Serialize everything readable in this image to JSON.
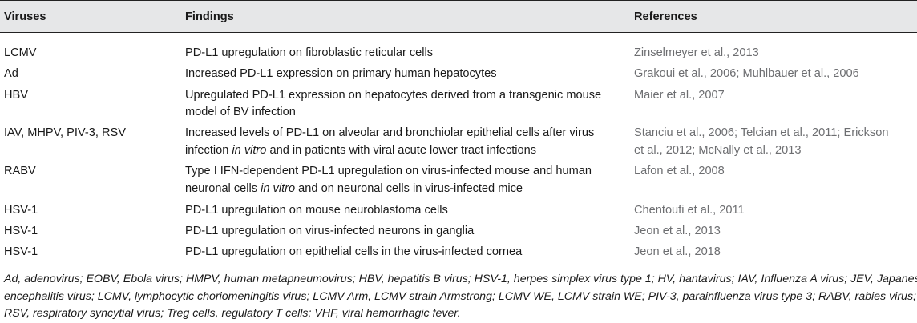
{
  "header": {
    "col1": "Viruses",
    "col2": "Findings",
    "col3": "References"
  },
  "rows": [
    {
      "virus": "LCMV",
      "finding": [
        "PD-L1 upregulation on fibroblastic reticular cells"
      ],
      "refs": [
        "Zinselmeyer et al., 2013"
      ]
    },
    {
      "virus": "Ad",
      "finding": [
        "Increased PD-L1 expression on primary human hepatocytes"
      ],
      "refs": [
        "Grakoui et al., 2006; Muhlbauer et al., 2006"
      ]
    },
    {
      "virus": "HBV",
      "finding": [
        "Upregulated PD-L1 expression on hepatocytes derived from a transgenic mouse",
        "model of BV infection"
      ],
      "refs": [
        "Maier et al., 2007"
      ]
    },
    {
      "virus": "IAV, MHPV, PIV-3, RSV",
      "finding": [
        "Increased levels of PD-L1 on alveolar and bronchiolar epithelial cells after virus",
        "infection",
        "in vitro",
        "and in patients with viral acute lower tract infections"
      ],
      "refs": [
        "Stanciu et al., 2006; Telcian et al., 2011; Erickson",
        "et al., 2012; McNally et al., 2013"
      ]
    },
    {
      "virus": "RABV",
      "finding": [
        "Type I IFN-dependent PD-L1 upregulation on virus-infected mouse and human",
        "neuronal cells",
        "in vitro",
        "and on neuronal cells in virus-infected mice"
      ],
      "refs": [
        "Lafon et al., 2008"
      ]
    },
    {
      "virus": "HSV-1",
      "finding": [
        "PD-L1 upregulation on mouse neuroblastoma cells"
      ],
      "refs": [
        "Chentoufi et al., 2011"
      ]
    },
    {
      "virus": "HSV-1",
      "finding": [
        "PD-L1 upregulation on virus-infected neurons in ganglia"
      ],
      "refs": [
        "Jeon et al., 2013"
      ]
    },
    {
      "virus": "HSV-1",
      "finding": [
        "PD-L1 upregulation on epithelial cells in the virus-infected cornea"
      ],
      "refs": [
        "Jeon et al., 2018"
      ]
    }
  ],
  "footnote": [
    "Ad, adenovirus; EOBV, Ebola virus; HMPV, human metapneumovirus; HBV, hepatitis B virus; HSV-1, herpes simplex virus type 1; HV, hantavirus; IAV, Influenza A virus; JEV, Japanese",
    "encephalitis virus; LCMV, lymphocytic choriomeningitis virus; LCMV Arm, LCMV strain Armstrong; LCMV WE, LCMV strain WE; PIV-3, parainfluenza virus type 3; RABV, rabies virus;",
    "RSV, respiratory syncytial virus; Treg cells, regulatory T cells; VHF, viral hemorrhagic fever."
  ]
}
